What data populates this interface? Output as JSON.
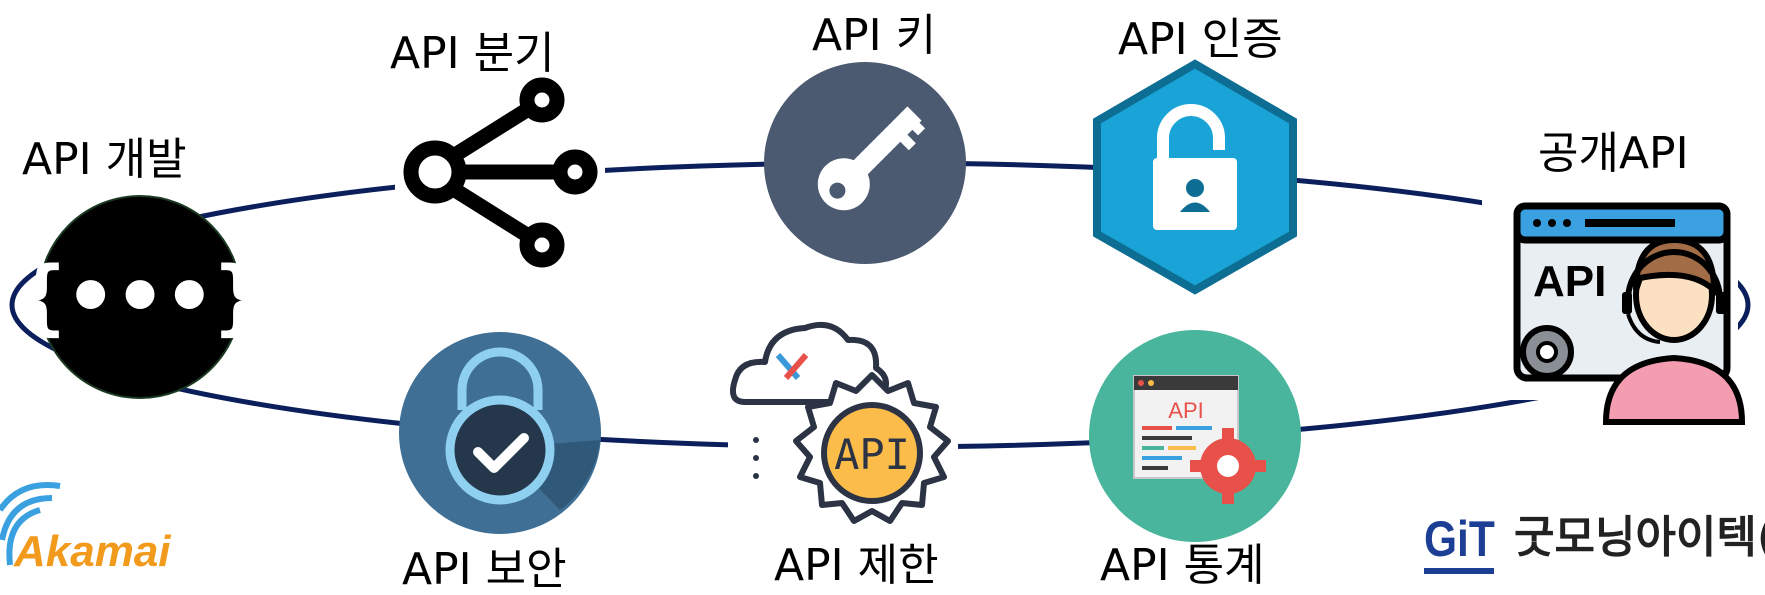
{
  "labels": {
    "dev": "API 개발",
    "branch": "API 분기",
    "key": "API 키",
    "auth": "API 인증",
    "public": "공개API",
    "security": "API 보안",
    "limit": "API 제한",
    "stats": "API 통계"
  },
  "icon_texts": {
    "dev_braces": "{•••}",
    "limit_api": "API",
    "stats_api": "API",
    "public_api": "API"
  },
  "logos": {
    "akamai": "Akamai",
    "git": "GiT",
    "git_company": "굿모닝아이텍(주"
  },
  "colors": {
    "ellipse": "#0b1f5c",
    "key_circle": "#4b5a70",
    "auth_hex": "#1aa3d6",
    "security_circle": "#3f6f95",
    "limit_gear": "#fbbc4a",
    "stats_circle": "#4ab59d",
    "akamai": "#f29a1c",
    "git": "#1c3f95"
  }
}
